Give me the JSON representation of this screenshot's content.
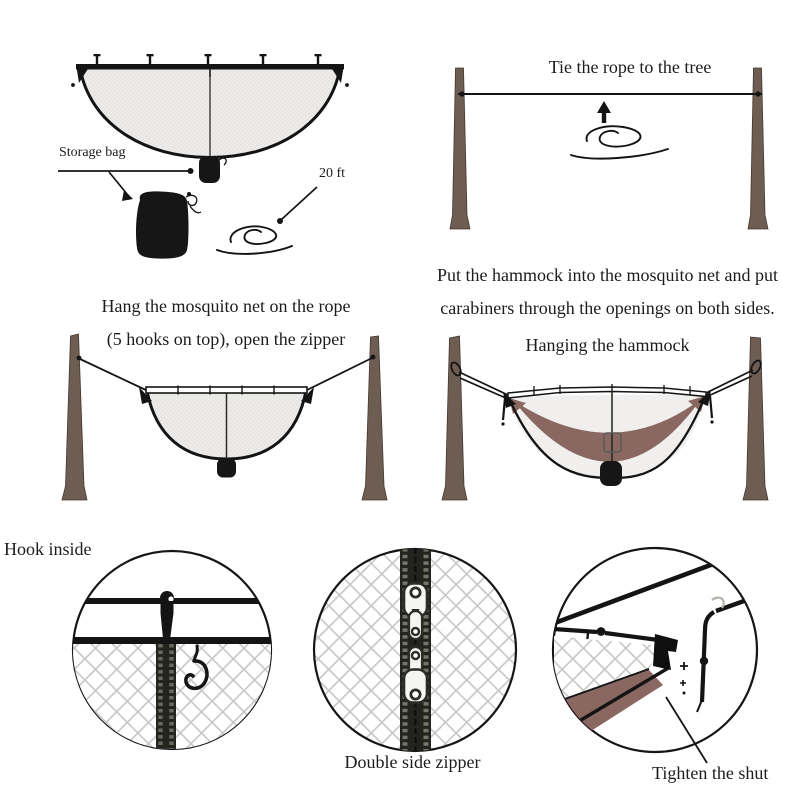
{
  "colors": {
    "line_black": "#141414",
    "net_fill": "#ecebe9",
    "net_dot": "#d5d4d1",
    "mesh_gray": "#c7c7c5",
    "post_brown": "#6e5d53",
    "post_edge": "#45392f",
    "hammock_mauve": "#8b6762",
    "zipper_dark": "#23231f",
    "bag_black": "#161616"
  },
  "labels": {
    "storage_bag": "Storage bag",
    "rope_length": "20 ft"
  },
  "steps": {
    "tie_rope": {
      "title": "Tie the rope to the tree"
    },
    "hang_net": {
      "line1": "Hang the mosquito net on the rope",
      "line2": "(5 hooks on top), open the zipper"
    },
    "hang_hammock": {
      "line1": "Put the hammock into the mosquito net and put",
      "line2": "carabiners through the openings on both sides.",
      "title": "Hanging the hammock"
    }
  },
  "details": {
    "hook_inside": "Hook inside",
    "double_side_zipper": "Double side zipper",
    "tighten_the_shut": "Tighten the shut"
  }
}
